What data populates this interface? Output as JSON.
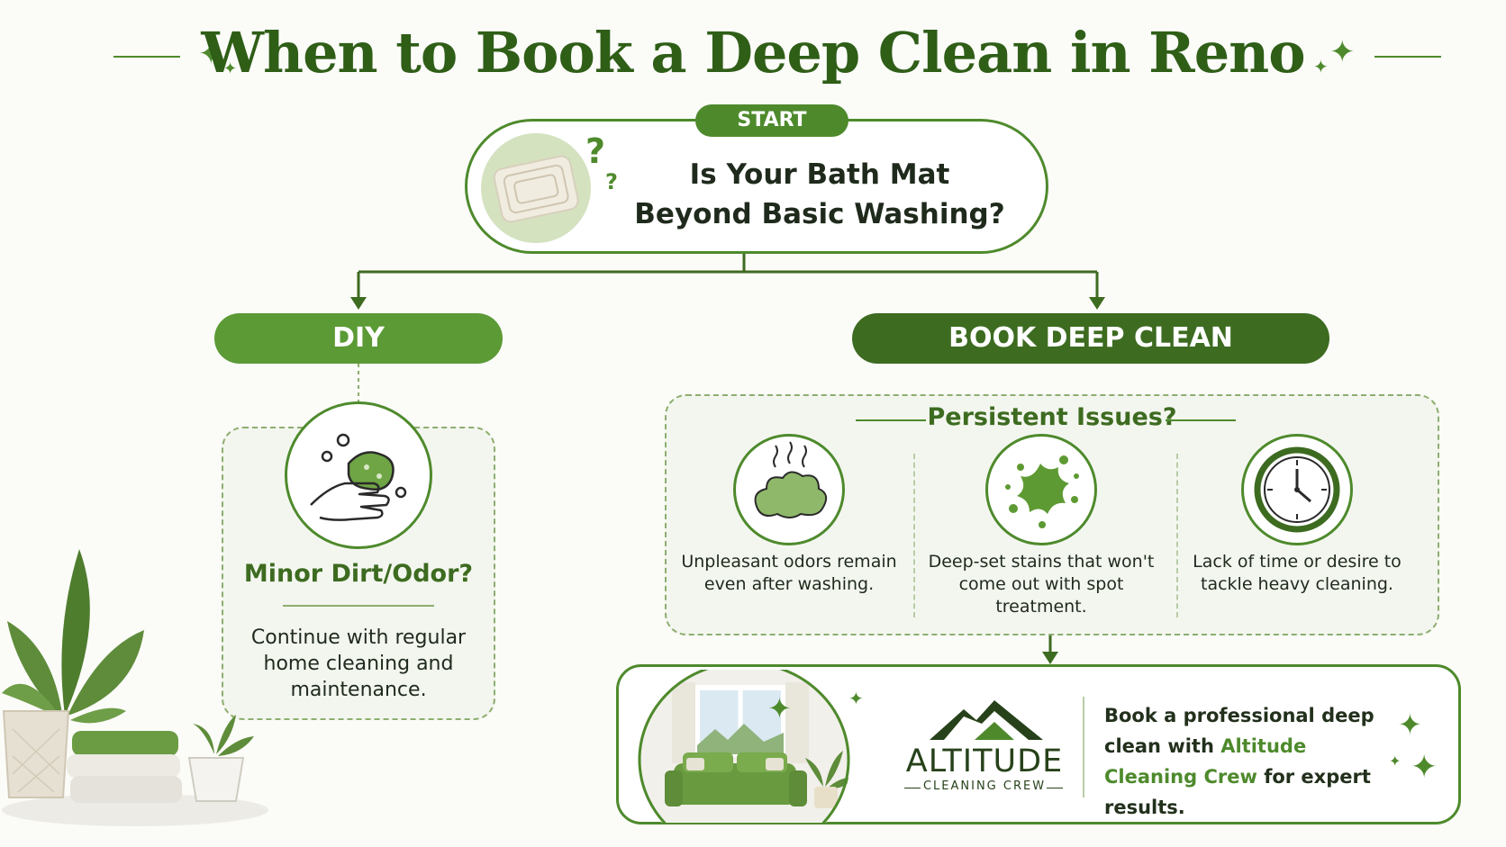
{
  "title": "When to Book a Deep Clean in Reno",
  "start": {
    "label": "START",
    "question_line1": "Is Your Bath Mat",
    "question_line2": "Beyond Basic Washing?"
  },
  "diy": {
    "label": "DIY",
    "title": "Minor Dirt/Odor?",
    "text": "Continue with regular home cleaning and maintenance."
  },
  "book": {
    "label": "BOOK DEEP CLEAN",
    "issues_title": "Persistent Issues?",
    "issues": [
      {
        "icon": "odor-cloud-icon",
        "text": "Unpleasant odors remain even after washing."
      },
      {
        "icon": "stain-splat-icon",
        "text": "Deep-set stains that won't come out with spot treatment."
      },
      {
        "icon": "clock-icon",
        "text": "Lack of time or desire to tackle heavy cleaning."
      }
    ]
  },
  "final": {
    "brand_name": "ALTITUDE",
    "brand_sub": "CLEANING CREW",
    "text_pre": "Book a professional deep clean with ",
    "text_highlight": "Altitude Cleaning Crew",
    "text_post": " for expert results."
  },
  "colors": {
    "primary": "#4e8a2c",
    "dark": "#3d6b20",
    "light_panel": "#f3f6ef",
    "background": "#fbfbf8"
  }
}
